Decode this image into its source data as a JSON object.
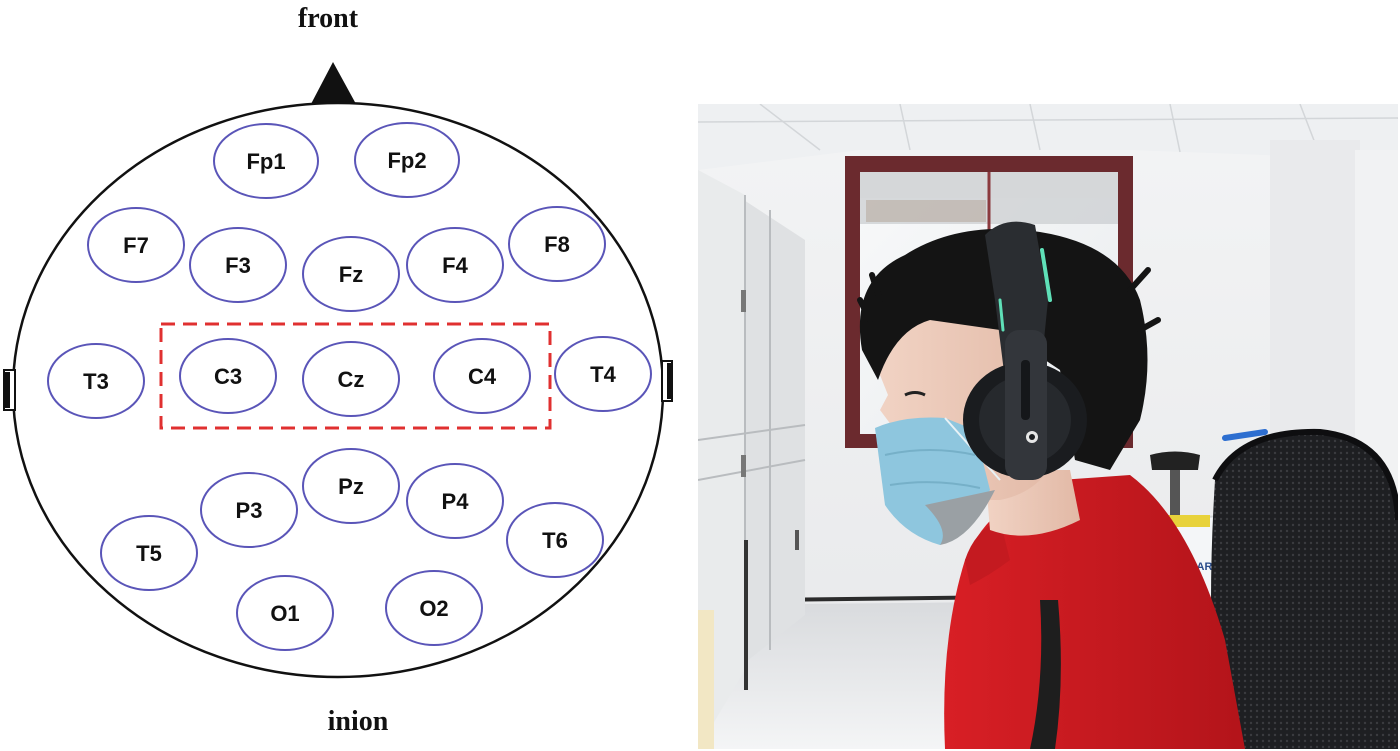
{
  "diagram": {
    "front_label": "front",
    "back_label": "inion",
    "electrodes": [
      {
        "id": "Fp1",
        "label": "Fp1"
      },
      {
        "id": "Fp2",
        "label": "Fp2"
      },
      {
        "id": "F7",
        "label": "F7"
      },
      {
        "id": "F3",
        "label": "F3"
      },
      {
        "id": "Fz",
        "label": "Fz"
      },
      {
        "id": "F4",
        "label": "F4"
      },
      {
        "id": "F8",
        "label": "F8"
      },
      {
        "id": "T3",
        "label": "T3"
      },
      {
        "id": "C3",
        "label": "C3"
      },
      {
        "id": "Cz",
        "label": "Cz"
      },
      {
        "id": "C4",
        "label": "C4"
      },
      {
        "id": "T4",
        "label": "T4"
      },
      {
        "id": "T5",
        "label": "T5"
      },
      {
        "id": "P3",
        "label": "P3"
      },
      {
        "id": "Pz",
        "label": "Pz"
      },
      {
        "id": "P4",
        "label": "P4"
      },
      {
        "id": "T6",
        "label": "T6"
      },
      {
        "id": "O1",
        "label": "O1"
      },
      {
        "id": "O2",
        "label": "O2"
      }
    ],
    "highlighted": [
      "C3",
      "Cz",
      "C4"
    ],
    "colors": {
      "electrode_outline": "#5a55b8",
      "highlight_box": "#e03030",
      "head_outline": "#111111"
    }
  },
  "photo": {
    "headset_logo": "",
    "bike_text": "ONARK"
  }
}
